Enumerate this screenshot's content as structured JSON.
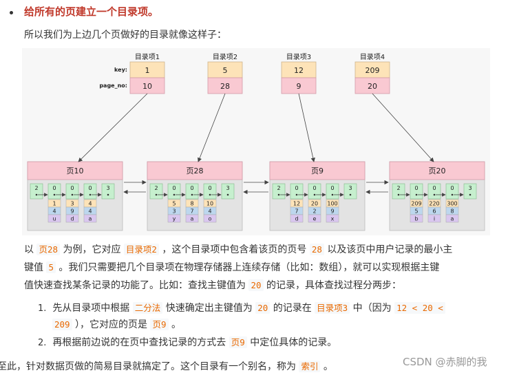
{
  "heading": "给所有的页建立一个目录项。",
  "intro": "所以我们为上边几个页做好的目录就像这样子：",
  "diagram": {
    "field_labels": {
      "key": "key:",
      "page_no": "page_no:"
    },
    "directory_entries": [
      {
        "label": "目录项1",
        "key": "1",
        "page_no": "10"
      },
      {
        "label": "目录项2",
        "key": "5",
        "page_no": "28"
      },
      {
        "label": "目录项3",
        "key": "12",
        "page_no": "9"
      },
      {
        "label": "目录项4",
        "key": "209",
        "page_no": "20"
      }
    ],
    "pages": [
      {
        "title": "页10",
        "top_row": [
          "2",
          "0",
          "0",
          "0",
          "3"
        ],
        "records": [
          [
            "1",
            "4",
            "u"
          ],
          [
            "3",
            "9",
            "d"
          ],
          [
            "4",
            "4",
            "a"
          ]
        ]
      },
      {
        "title": "页28",
        "top_row": [
          "2",
          "0",
          "0",
          "0",
          "3"
        ],
        "records": [
          [
            "5",
            "3",
            "y"
          ],
          [
            "8",
            "7",
            "a"
          ],
          [
            "10",
            "4",
            "o"
          ]
        ]
      },
      {
        "title": "页9",
        "top_row": [
          "2",
          "0",
          "0",
          "0",
          "3"
        ],
        "records": [
          [
            "12",
            "7",
            "d"
          ],
          [
            "20",
            "2",
            "e"
          ],
          [
            "100",
            "9",
            "x"
          ]
        ]
      },
      {
        "title": "页20",
        "top_row": [
          "2",
          "0",
          "0",
          "0",
          "3"
        ],
        "records": [
          [
            "209",
            "5",
            "b"
          ],
          [
            "220",
            "6",
            "i"
          ],
          [
            "300",
            "8",
            "a"
          ]
        ]
      }
    ],
    "colors": {
      "key_cell": "#fde3b8",
      "page_no_cell": "#f9c9d2",
      "page_header": "#f9c9d2",
      "page_body": "#e3e3e3",
      "record_green": "#c6efce",
      "record_key": "#fde3b8",
      "record_col2": "#bdd7ee",
      "record_col3": "#d9c7ef"
    }
  },
  "para1": {
    "prefix": "以 ",
    "code1": "页28",
    "mid1": " 为例，它对应 ",
    "code2": "目录项2",
    "mid2": " ，这个目录项中包含着该页的页号 ",
    "code3": "28",
    "mid3": " 以及该页中用户记录的最小主",
    "line2_prefix": "键值 ",
    "code4": "5",
    "line2_rest": " 。我们只需要把几个目录项在物理存储器上连续存储（比如：数组），就可以实现根据主键",
    "line3_prefix": "值快速查找某条记录的功能了。比如：查找主键值为 ",
    "code5": "20",
    "line3_rest": " 的记录，具体查找过程分两步："
  },
  "list": [
    {
      "num": "1.",
      "a": "先从目录项中根据 ",
      "c1": "二分法",
      "b": " 快速确定出主键值为 ",
      "c2": "20",
      "c": " 的记录在 ",
      "c3": "目录项3",
      "d": " 中（因为 ",
      "c4": "12 < 20 <",
      "c5": "209",
      "e": " ），它对应的页是 ",
      "c6": "页9",
      "f": " 。"
    },
    {
      "num": "2.",
      "a": "再根据前边说的在页中查找记录的方式去 ",
      "c1": "页9",
      "b": " 中定位具体的记录。"
    }
  ],
  "final": {
    "prefix": "至此，针对数据页做的简易目录就搞定了。这个目录有一个别名，称为 ",
    "code": "索引",
    "suffix": " 。"
  },
  "watermark": "CSDN @赤脚的我"
}
